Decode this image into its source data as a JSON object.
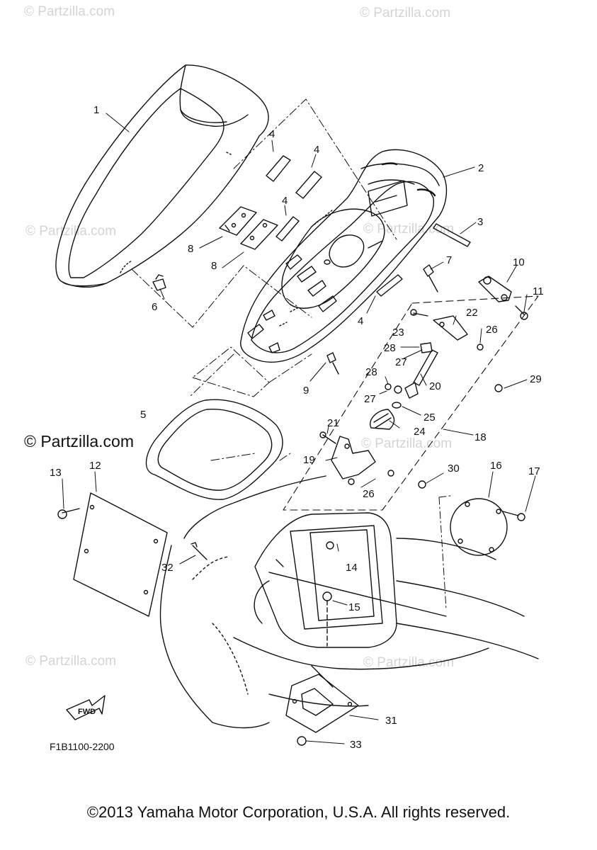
{
  "watermark_text": "© Partzilla.com",
  "main_watermark": "© Partzilla.com",
  "diagram_code": "F1B1100-2200",
  "copyright": "©2013 Yamaha Motor Corporation, U.S.A. All rights reserved.",
  "fwd_arrow_label": "FWD",
  "callouts": [
    {
      "id": "c1",
      "label": "1"
    },
    {
      "id": "c2",
      "label": "2"
    },
    {
      "id": "c3",
      "label": "3"
    },
    {
      "id": "c4a",
      "label": "4"
    },
    {
      "id": "c4b",
      "label": "4"
    },
    {
      "id": "c4c",
      "label": "4"
    },
    {
      "id": "c4d",
      "label": "4"
    },
    {
      "id": "c5",
      "label": "5"
    },
    {
      "id": "c6",
      "label": "6"
    },
    {
      "id": "c7",
      "label": "7"
    },
    {
      "id": "c8a",
      "label": "8"
    },
    {
      "id": "c8b",
      "label": "8"
    },
    {
      "id": "c9",
      "label": "9"
    },
    {
      "id": "c10",
      "label": "10"
    },
    {
      "id": "c11",
      "label": "11"
    },
    {
      "id": "c12",
      "label": "12"
    },
    {
      "id": "c13",
      "label": "13"
    },
    {
      "id": "c14",
      "label": "14"
    },
    {
      "id": "c15",
      "label": "15"
    },
    {
      "id": "c16",
      "label": "16"
    },
    {
      "id": "c17",
      "label": "17"
    },
    {
      "id": "c18",
      "label": "18"
    },
    {
      "id": "c19",
      "label": "19"
    },
    {
      "id": "c20",
      "label": "20"
    },
    {
      "id": "c21",
      "label": "21"
    },
    {
      "id": "c22",
      "label": "22"
    },
    {
      "id": "c23",
      "label": "23"
    },
    {
      "id": "c24",
      "label": "24"
    },
    {
      "id": "c25",
      "label": "25"
    },
    {
      "id": "c26a",
      "label": "26"
    },
    {
      "id": "c26b",
      "label": "26"
    },
    {
      "id": "c27a",
      "label": "27"
    },
    {
      "id": "c27b",
      "label": "27"
    },
    {
      "id": "c28a",
      "label": "28"
    },
    {
      "id": "c28b",
      "label": "28"
    },
    {
      "id": "c29",
      "label": "29"
    },
    {
      "id": "c30",
      "label": "30"
    },
    {
      "id": "c31",
      "label": "31"
    },
    {
      "id": "c32",
      "label": "32"
    },
    {
      "id": "c33",
      "label": "33"
    }
  ]
}
